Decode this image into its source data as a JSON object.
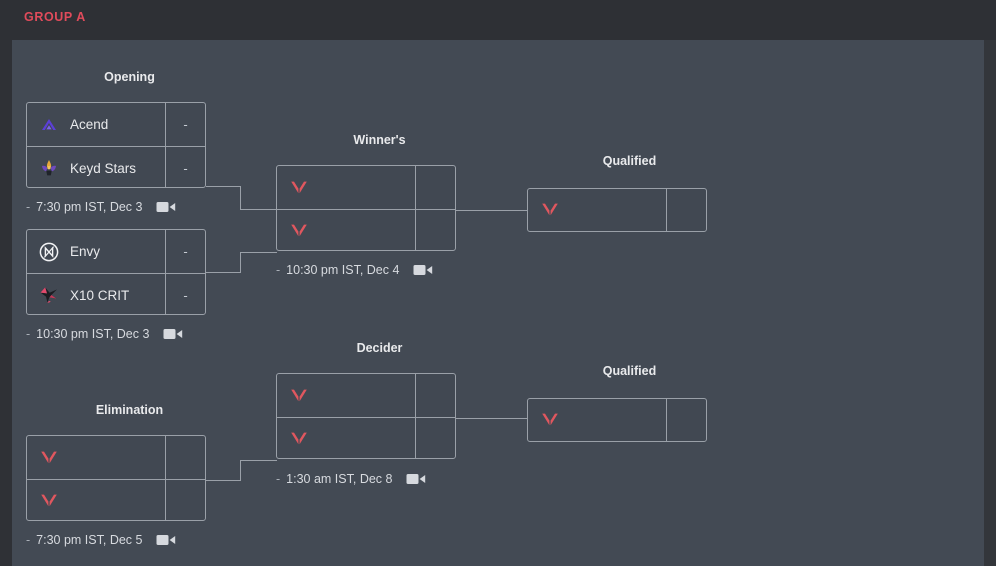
{
  "header": {
    "group_label": "GROUP A",
    "accent_color": "#e04b5b"
  },
  "colors": {
    "page_background": "#2f3136",
    "canvas_background": "#434a54",
    "box_border": "#9aa0a8",
    "text_primary": "#e9eaec",
    "text_muted": "#d7dadf",
    "valorant_red": "#e0575f"
  },
  "rounds": [
    {
      "key": "opening",
      "label": "Opening"
    },
    {
      "key": "winners",
      "label": "Winner's"
    },
    {
      "key": "qualified_1",
      "label": "Qualified"
    },
    {
      "key": "elimination",
      "label": "Elimination"
    },
    {
      "key": "decider",
      "label": "Decider"
    },
    {
      "key": "qualified_2",
      "label": "Qualified"
    }
  ],
  "matches": {
    "opening_1": {
      "time": "7:30 pm IST, Dec 3",
      "prefix": "-",
      "stream_icon": "video-camera-icon",
      "teams": [
        {
          "name": "Acend",
          "score": "-",
          "logo": "acend-logo"
        },
        {
          "name": "Keyd Stars",
          "score": "-",
          "logo": "keyd-stars-logo"
        }
      ]
    },
    "opening_2": {
      "time": "10:30 pm IST, Dec 3",
      "prefix": "-",
      "stream_icon": "video-camera-icon",
      "teams": [
        {
          "name": "Envy",
          "score": "-",
          "logo": "envy-logo"
        },
        {
          "name": "X10 CRIT",
          "score": "-",
          "logo": "x10-crit-logo"
        }
      ]
    },
    "winners": {
      "time": "10:30 pm IST, Dec 4",
      "prefix": "-",
      "stream_icon": "video-camera-icon",
      "teams": [
        {
          "name": "",
          "score": "",
          "logo": "valorant-placeholder-logo"
        },
        {
          "name": "",
          "score": "",
          "logo": "valorant-placeholder-logo"
        }
      ]
    },
    "elimination": {
      "time": "7:30 pm IST, Dec 5",
      "prefix": "-",
      "stream_icon": "video-camera-icon",
      "teams": [
        {
          "name": "",
          "score": "",
          "logo": "valorant-placeholder-logo"
        },
        {
          "name": "",
          "score": "",
          "logo": "valorant-placeholder-logo"
        }
      ]
    },
    "decider": {
      "time": "1:30 am IST, Dec 8",
      "prefix": "-",
      "stream_icon": "video-camera-icon",
      "teams": [
        {
          "name": "",
          "score": "",
          "logo": "valorant-placeholder-logo"
        },
        {
          "name": "",
          "score": "",
          "logo": "valorant-placeholder-logo"
        }
      ]
    },
    "qualified_1": {
      "teams": [
        {
          "name": "",
          "score": "",
          "logo": "valorant-placeholder-logo"
        }
      ]
    },
    "qualified_2": {
      "teams": [
        {
          "name": "",
          "score": "",
          "logo": "valorant-placeholder-logo"
        }
      ]
    }
  }
}
